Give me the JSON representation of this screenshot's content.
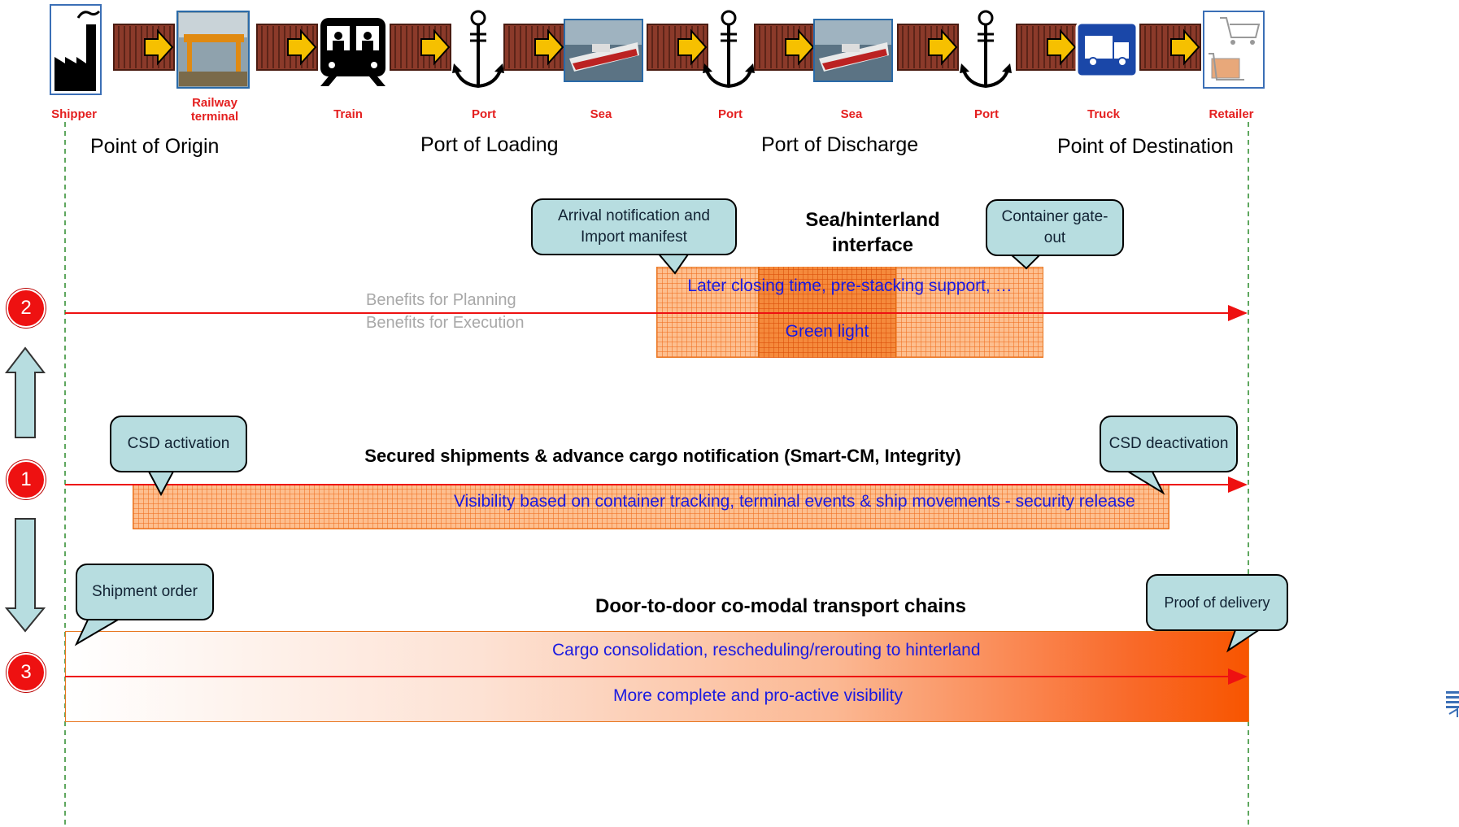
{
  "chain": {
    "labels": {
      "shipper": "Shipper",
      "railway_terminal": "Railway terminal",
      "train": "Train",
      "port1": "Port",
      "sea1": "Sea",
      "port2": "Port",
      "sea2": "Sea",
      "port3": "Port",
      "truck": "Truck",
      "retailer": "Retailer"
    },
    "points": {
      "origin": "Point of Origin",
      "loading": "Port of Loading",
      "discharge": "Port of Discharge",
      "destination": "Point of Destination"
    }
  },
  "level2": {
    "number": "2",
    "heading": "Sea/hinterland interface",
    "callout_arrival": "Arrival notification and Import manifest",
    "callout_gateout": "Container gate-out",
    "planning_label": "Benefits for Planning",
    "execution_label": "Benefits for Execution",
    "band_planning": "Later closing time, pre-stacking support, …",
    "band_execution": "Green light"
  },
  "level1": {
    "number": "1",
    "heading": "Secured shipments & advance cargo notification (Smart-CM, Integrity)",
    "callout_activation": "CSD activation",
    "callout_deactivation": "CSD deactivation",
    "band_text": "Visibility based on container tracking, terminal events & ship movements - security release"
  },
  "level3": {
    "number": "3",
    "heading": "Door-to-door co-modal transport chains",
    "callout_order": "Shipment order",
    "callout_delivery": "Proof of delivery",
    "band_top": "Cargo consolidation, rescheduling/rerouting to hinterland",
    "band_bottom": "More complete and pro-active visibility"
  },
  "colors": {
    "label_red": "#e41f1f",
    "callout_fill": "#b7dde0",
    "band_text_blue": "#1a1ae0",
    "timeline_red": "#ee1111",
    "arrow_teal": "#b7dde0"
  }
}
